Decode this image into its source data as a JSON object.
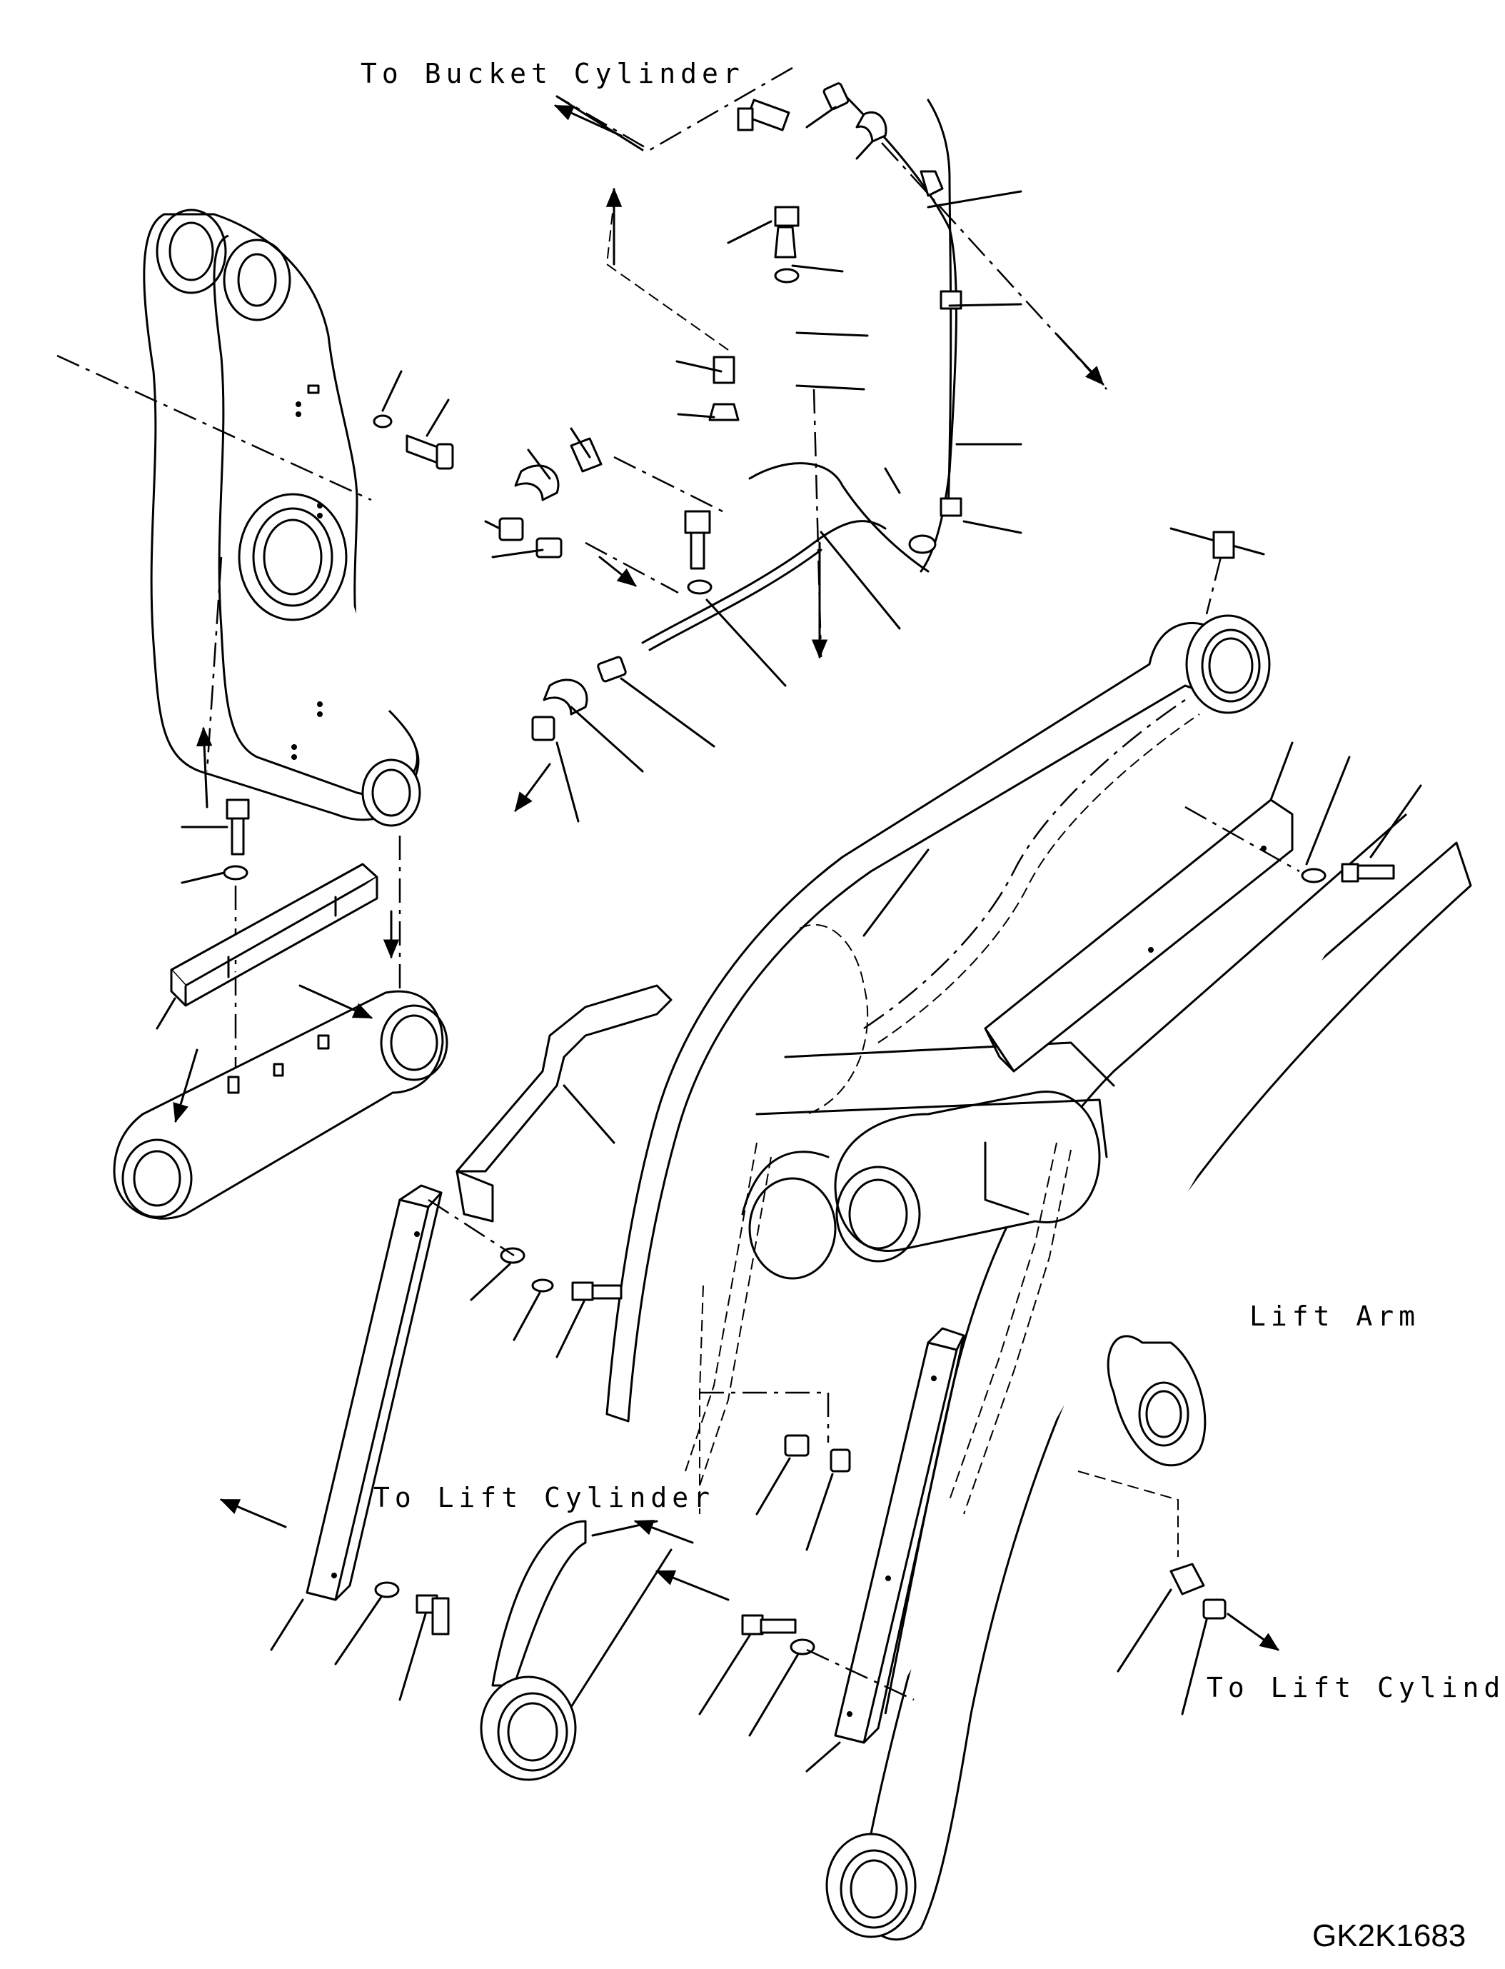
{
  "labels": {
    "to_bucket_cylinder": "To Bucket Cylinder",
    "to_lift_cylinder_center": "To Lift Cylinder",
    "to_lift_cylinder_right": "To Lift Cylinder",
    "lift_arm": "Lift Arm"
  },
  "drawing_code": "GK2K1683"
}
